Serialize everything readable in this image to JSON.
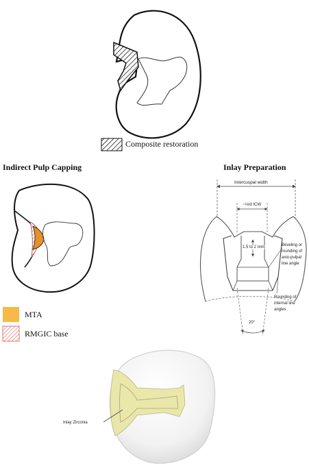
{
  "top_legend": {
    "composite_label": "Composite restoration"
  },
  "pulp_capping": {
    "title": "Indirect Pulp Capping",
    "legend": [
      {
        "label": "MTA",
        "color": "#f6b94a"
      },
      {
        "label": "RMGIC base",
        "color": "#e0857f"
      }
    ]
  },
  "inlay_prep": {
    "title": "Inlay Preparation",
    "intercuspal_label": "Intercuspal width",
    "icw_fraction_label": "~⅓rd ICW",
    "depth_label": "1.5 to 2 mm",
    "beveling_label_lines": [
      "Beveling or",
      "rounding of",
      "axio-pulpal",
      "line angle"
    ],
    "rounding_label_lines": [
      "Rounding of",
      "internal line",
      "angles"
    ],
    "angle_label": "20°"
  },
  "zirconia": {
    "label": "Inlay Zirconia",
    "fill_color": "#e9e6a4"
  }
}
